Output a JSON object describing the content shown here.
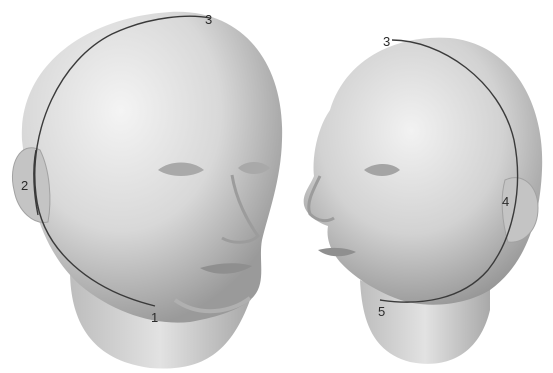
{
  "labels": {
    "left_head": [
      "1",
      "2",
      "3"
    ],
    "right_head": [
      "3",
      "4",
      "5"
    ]
  },
  "colors": {
    "skin_light": "#ececec",
    "skin_mid": "#c9c9c9",
    "skin_dark": "#8c8c8c",
    "curve": "#3a3a3a"
  }
}
